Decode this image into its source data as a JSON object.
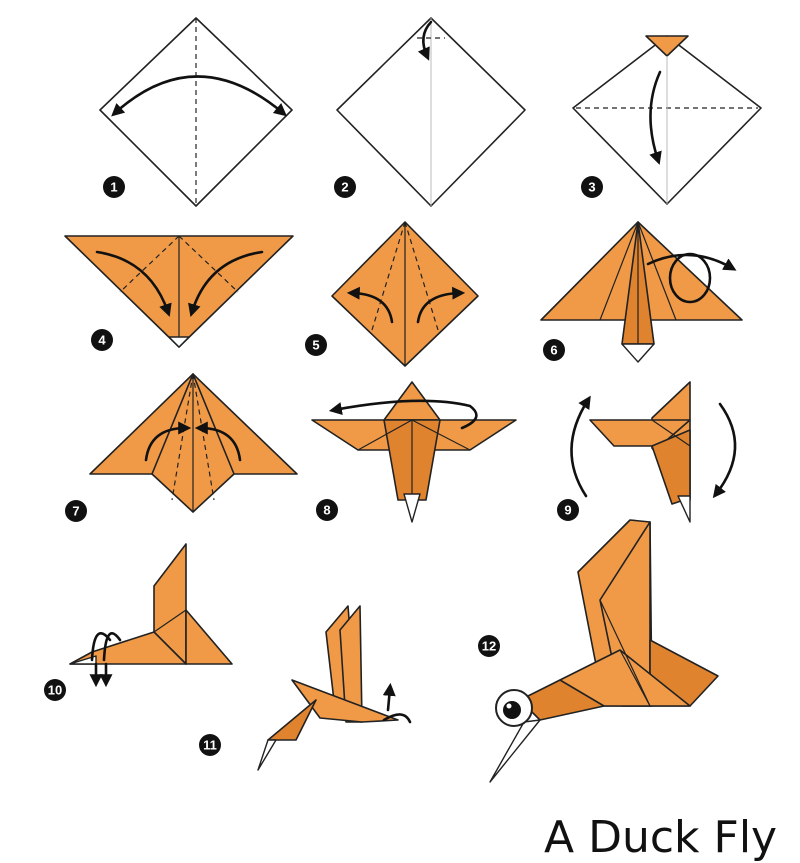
{
  "title": "A Duck Fly",
  "colors": {
    "paper_orange": "#f09a47",
    "paper_white": "#ffffff",
    "ink": "#111111"
  },
  "steps": [
    {
      "number": "1"
    },
    {
      "number": "2"
    },
    {
      "number": "3"
    },
    {
      "number": "4"
    },
    {
      "number": "5"
    },
    {
      "number": "6"
    },
    {
      "number": "7"
    },
    {
      "number": "8"
    },
    {
      "number": "9"
    },
    {
      "number": "10"
    },
    {
      "number": "11"
    },
    {
      "number": "12"
    }
  ]
}
